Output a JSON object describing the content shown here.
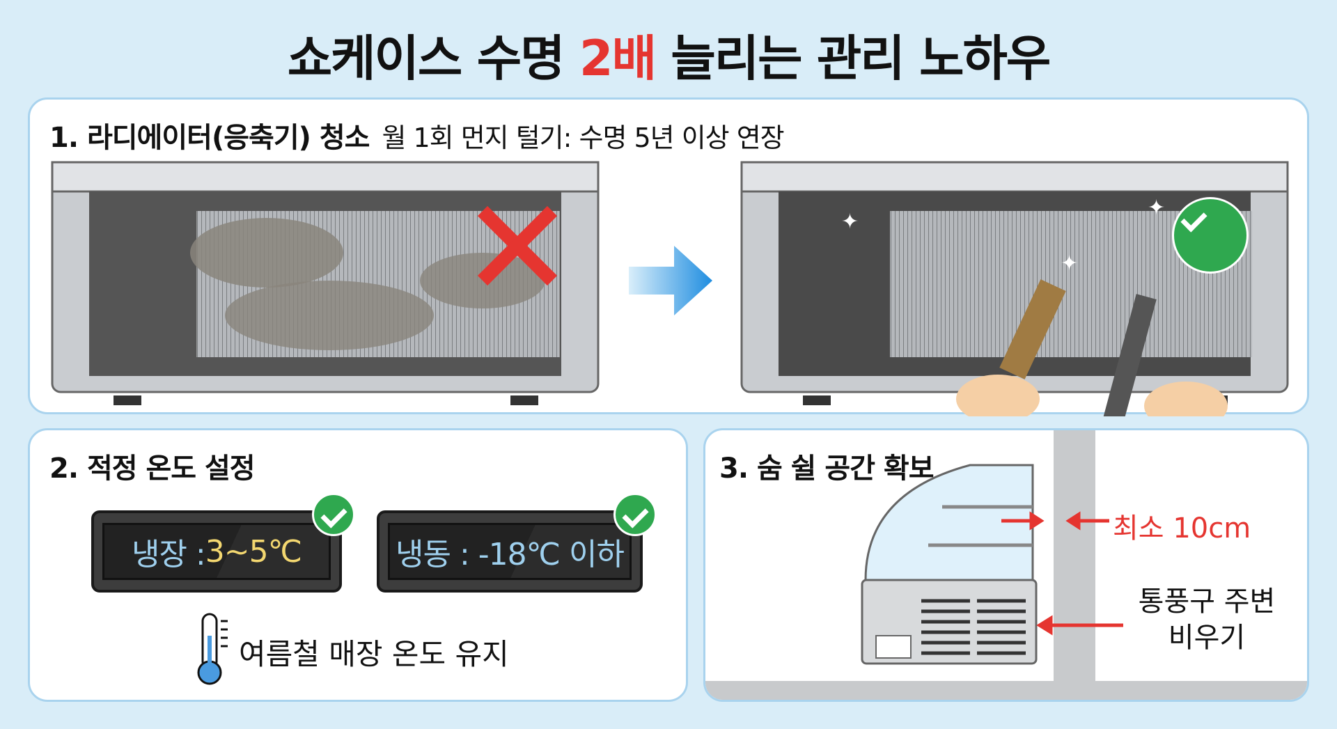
{
  "title": {
    "before": "쇼케이스 수명 ",
    "highlight": "2배",
    "after": " 늘리는 관리 노하우"
  },
  "section1": {
    "heading": "1. 라디에이터(응축기) 청소",
    "subtitle": "월 1회 먼지 털기: 수명 5년 이상 연장"
  },
  "section2": {
    "heading": "2. 적정 온도 설정",
    "fridge_label": "냉장 : ",
    "fridge_value": "3~5℃",
    "freezer_label": "냉동 : -18℃ 이하",
    "tip": "여름철 매장 온도 유지"
  },
  "section3": {
    "heading": "3. 숨 쉴 공간 확보",
    "clearance": "최소 10cm",
    "vent_line1": "통풍구 주변",
    "vent_line2": "비우기"
  },
  "colors": {
    "accent": "#e53530",
    "check": "#2fa84f",
    "panel_border": "#a9d3ee"
  }
}
